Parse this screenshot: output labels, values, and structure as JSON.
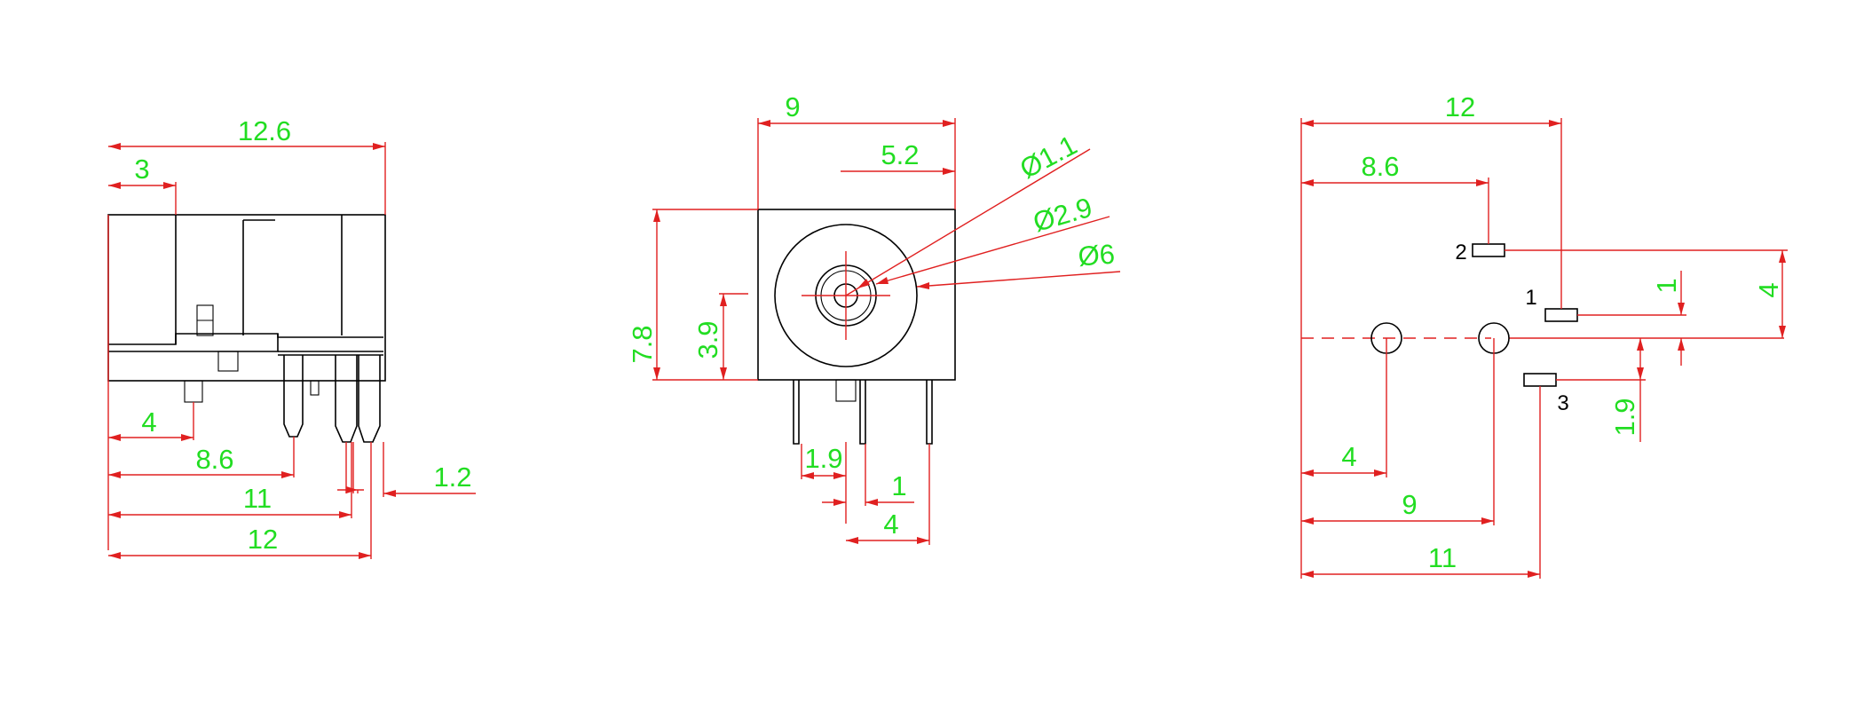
{
  "colors": {
    "dimension_line": "#e02020",
    "dimension_text": "#22dd22",
    "outline": "#000000",
    "background": "#ffffff"
  },
  "side_view": {
    "overall_width": "12.6",
    "front_offset": "3",
    "pin_4": "4",
    "pin_8_6": "8.6",
    "pin_11": "11",
    "pin_12": "12",
    "pin_width": "1.2"
  },
  "front_view": {
    "width": "9",
    "center_offset": "5.2",
    "dia_pin": "Ø1.1",
    "dia_inner": "Ø2.9",
    "dia_outer": "Ø6",
    "height": "7.8",
    "center_height": "3.9",
    "pin_1_9": "1.9",
    "pin_1": "1",
    "pin_4": "4"
  },
  "bottom_view": {
    "width": "12",
    "pin2_offset": "8.6",
    "pin2_height": "4",
    "pin1_height": "1",
    "pin3_height": "1.9",
    "hole_4": "4",
    "hole_9": "9",
    "pin3_offset": "11",
    "pin_label_1": "1",
    "pin_label_2": "2",
    "pin_label_3": "3"
  }
}
